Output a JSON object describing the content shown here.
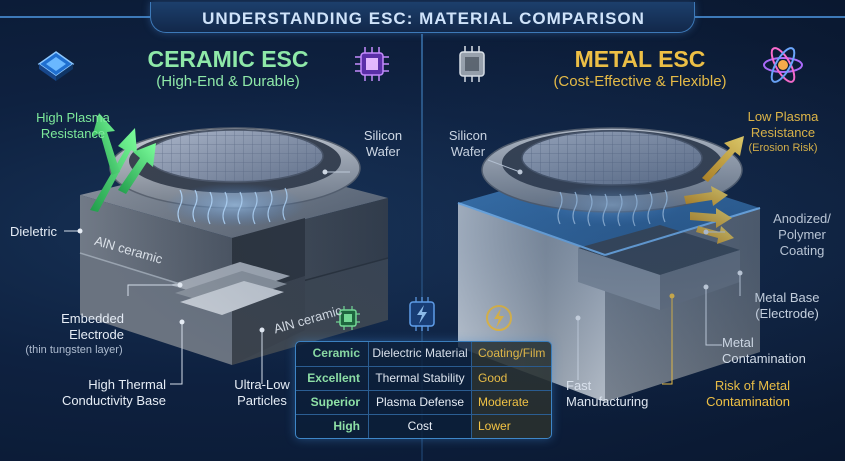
{
  "header": {
    "title": "UNDERSTANDING ESC: MATERIAL COMPARISON"
  },
  "ceramic": {
    "title": "CERAMIC ESC",
    "subtitle": "(High-End & Durable)",
    "labels": {
      "plasma": "High Plasma Resistance",
      "wafer": "Silicon Wafer",
      "dielectric": "Dieletric",
      "aln_top": "AlN ceramic",
      "aln_bottom": "AlN ceramic",
      "electrode": "Embedded Electrode",
      "electrode_note": "(thin tungsten layer)",
      "base": "High Thermal Conductivity Base",
      "particles": "Ultra-Low Particles"
    }
  },
  "metal": {
    "title": "METAL ESC",
    "subtitle": "(Cost-Effective & Flexible)",
    "labels": {
      "wafer": "Silicon Wafer",
      "plasma": "Low Plasma Resistance",
      "plasma_note": "(Erosion Risk)",
      "coating": "Anodized/ Polymer Coating",
      "base": "Metal Base (Electrode)",
      "contamination": "Metal Contamination",
      "manufacturing": "Fast Manufacturing",
      "risk": "Risk of Metal Contamination"
    }
  },
  "comparison": {
    "rows": [
      {
        "ceramic": "Ceramic",
        "attribute": "Dielectric Material",
        "metal": "Coating/Film"
      },
      {
        "ceramic": "Excellent",
        "attribute": "Thermal Stability",
        "metal": "Good"
      },
      {
        "ceramic": "Superior",
        "attribute": "Plasma Defense",
        "metal": "Moderate"
      },
      {
        "ceramic": "High",
        "attribute": "Cost",
        "metal": "Lower"
      }
    ]
  },
  "icons": {
    "ceramic_left": "chip-icon",
    "ceramic_right": "processor-icon",
    "metal_left": "metal-chip-icon",
    "metal_right": "atom-icon",
    "table_left": "chip-icon",
    "table_center": "lightning-chip-icon",
    "table_right": "lightning-icon"
  },
  "colors": {
    "ceramic_accent": "#7dea9b",
    "metal_accent": "#f6c544",
    "background": "#0e2140",
    "title_line": "#3d79b8"
  }
}
